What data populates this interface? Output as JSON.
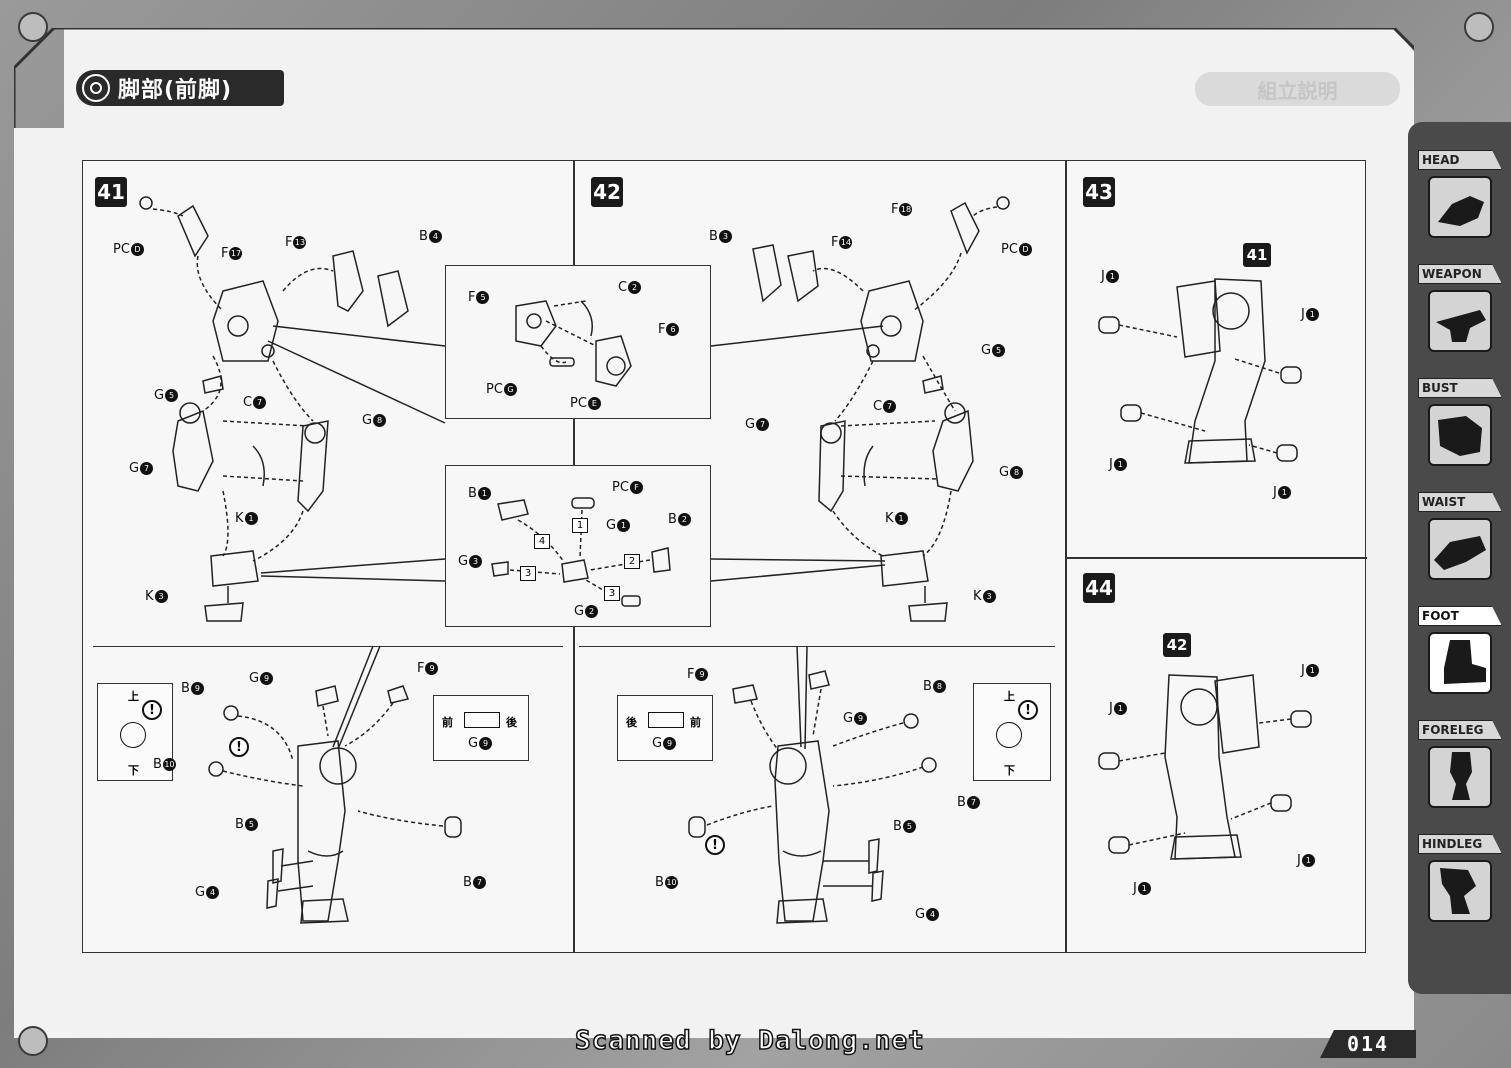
{
  "header": {
    "title": "脚部(前脚)",
    "ghost_title": "組立説明"
  },
  "steps": [
    {
      "id": "41"
    },
    {
      "id": "42"
    },
    {
      "id": "43",
      "ref": "41"
    },
    {
      "id": "44",
      "ref": "42"
    }
  ],
  "step41": {
    "labels": [
      "PC",
      "F",
      "F",
      "B",
      "G",
      "C",
      "G",
      "G",
      "K",
      "K",
      "B",
      "G",
      "F",
      "B",
      "B",
      "G",
      "B"
    ],
    "nums": [
      "D",
      "17",
      "13",
      "4",
      "5",
      "7",
      "8",
      "7",
      "1",
      "3",
      "9",
      "9",
      "9",
      "10",
      "5",
      "4",
      "7"
    ],
    "note_up": "上",
    "note_down": "下",
    "orient_front": "前",
    "orient_back": "後",
    "orient_part": "G",
    "orient_num": "9"
  },
  "step42": {
    "labels": [
      "F",
      "PC",
      "B",
      "F",
      "G",
      "C",
      "G",
      "G",
      "K",
      "K",
      "F",
      "G",
      "B",
      "B",
      "B",
      "B",
      "G"
    ],
    "nums": [
      "18",
      "D",
      "3",
      "14",
      "5",
      "7",
      "7",
      "8",
      "1",
      "3",
      "9",
      "9",
      "8",
      "7",
      "5",
      "10",
      "4"
    ],
    "note_up": "上",
    "note_down": "下",
    "orient_front": "前",
    "orient_back": "後",
    "orient_part": "G",
    "orient_num": "9"
  },
  "inset_top": {
    "labels": [
      "F",
      "C",
      "F",
      "PC",
      "PC"
    ],
    "nums": [
      "5",
      "2",
      "6",
      "G",
      "E"
    ]
  },
  "inset_bottom": {
    "labels": [
      "B",
      "PC",
      "G",
      "B",
      "G",
      "G"
    ],
    "nums": [
      "1",
      "F",
      "1",
      "2",
      "3",
      "2"
    ],
    "seq": [
      "1",
      "4",
      "2",
      "3",
      "3"
    ]
  },
  "step43": {
    "labels": [
      "J",
      "J",
      "J",
      "J"
    ],
    "nums": [
      "1",
      "1",
      "1",
      "1"
    ]
  },
  "step44": {
    "labels": [
      "J",
      "J",
      "J",
      "J"
    ],
    "nums": [
      "1",
      "1",
      "1",
      "1"
    ]
  },
  "sidebar": {
    "items": [
      {
        "label": "HEAD"
      },
      {
        "label": "WEAPON"
      },
      {
        "label": "BUST"
      },
      {
        "label": "WAIST"
      },
      {
        "label": "FOOT",
        "active": true
      },
      {
        "label": "FORELEG"
      },
      {
        "label": "HINDLEG"
      }
    ]
  },
  "page_number": "014",
  "watermark": "Scanned by Dalong.net"
}
